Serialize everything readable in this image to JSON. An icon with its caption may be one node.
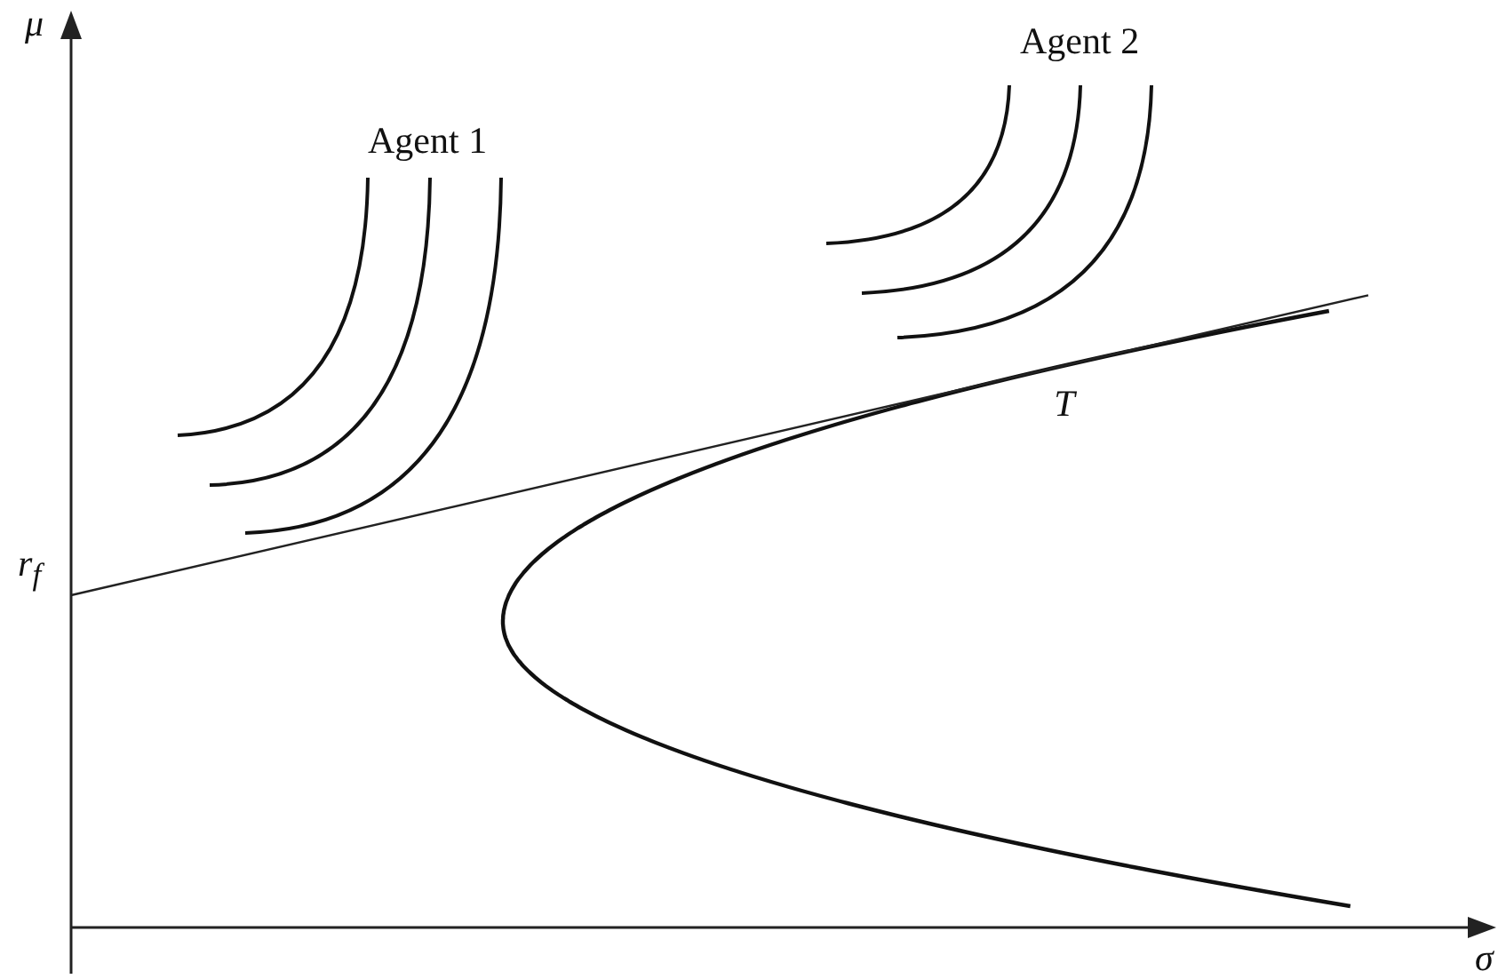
{
  "diagram": {
    "labels": [
      "μ",
      "Agent 1",
      "Agent 2",
      "T",
      "r$_{f}$",
      "σ"
    ]
  }
}
